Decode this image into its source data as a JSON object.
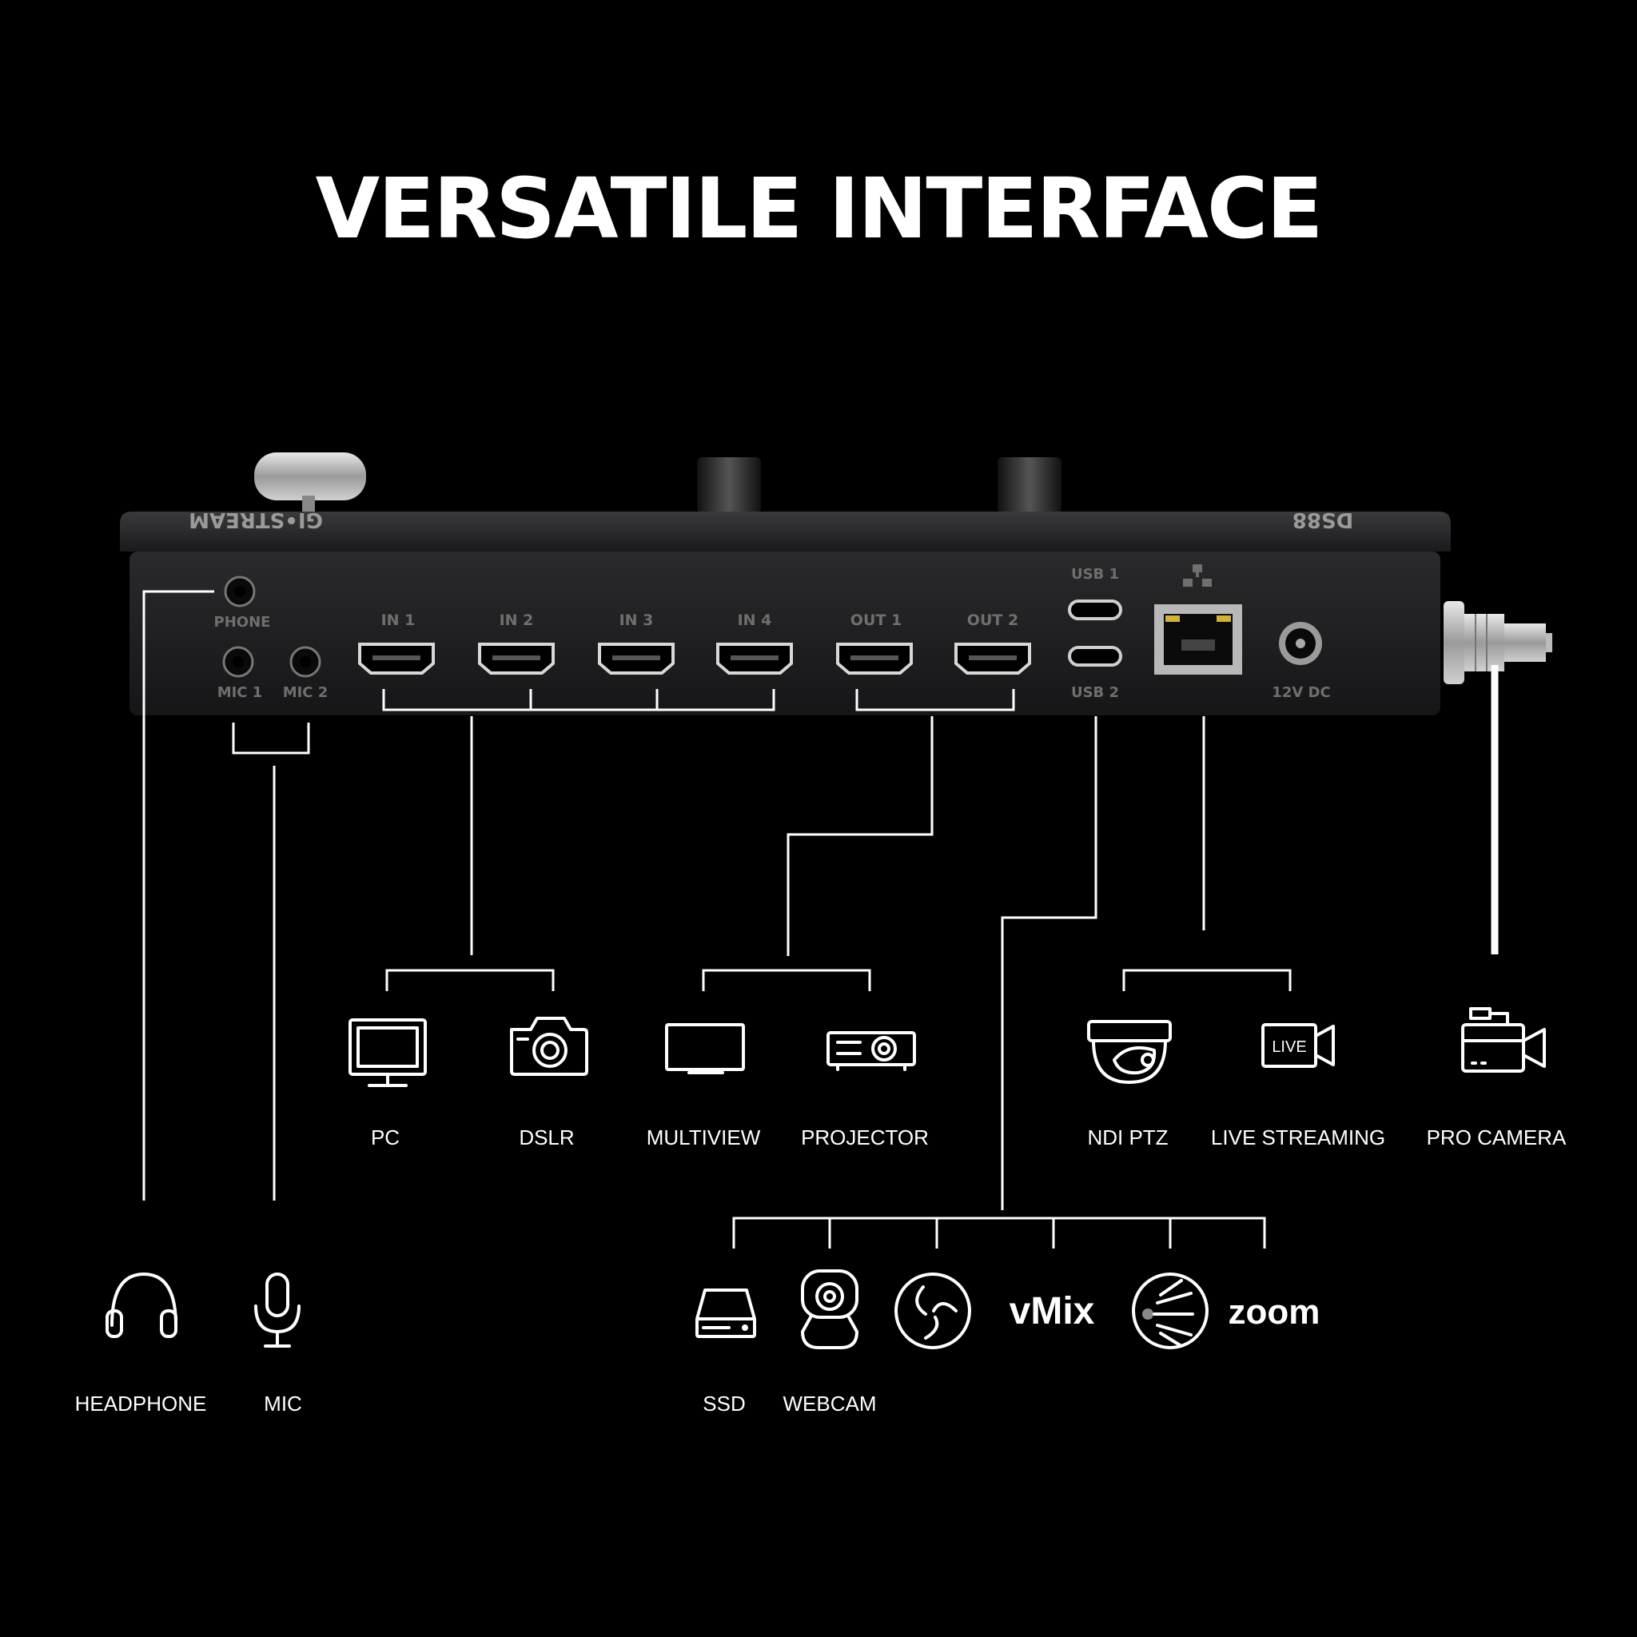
{
  "title": "VERSATILE INTERFACE",
  "device": {
    "brand": "GI•STREAM",
    "model": "DS88",
    "ports": {
      "phone": "PHONE",
      "mic1": "MIC 1",
      "mic2": "MIC 2",
      "in1": "IN 1",
      "in2": "IN 2",
      "in3": "IN 3",
      "in4": "IN 4",
      "out1": "OUT 1",
      "out2": "OUT 2",
      "usb1": "USB 1",
      "usb2": "USB 2",
      "power": "12V DC"
    }
  },
  "devices": {
    "pc": "PC",
    "dslr": "DSLR",
    "multiview": "MULTIVIEW",
    "projector": "PROJECTOR",
    "ndi_ptz": "NDI PTZ",
    "live_streaming": "LIVE STREAMING",
    "live_badge": "LIVE",
    "pro_camera": "PRO CAMERA",
    "headphone": "HEADPHONE",
    "mic": "MIC",
    "ssd": "SSD",
    "webcam": "WEBCAM",
    "vmix": "vMix",
    "zoom": "zoom"
  },
  "colors": {
    "background": "#000000",
    "lines": "#ffffff",
    "device_body": "#1c1c1e"
  }
}
